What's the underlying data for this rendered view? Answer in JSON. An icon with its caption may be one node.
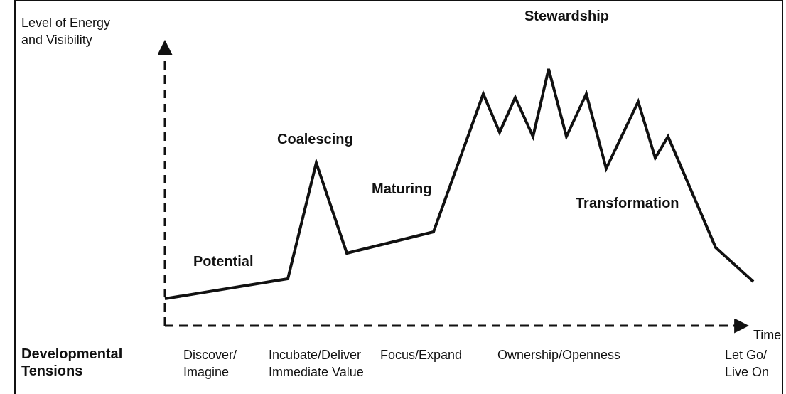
{
  "diagram": {
    "labels": [
      "Level of Energy and Visibility",
      "Stewardship",
      "Coalescing",
      "Maturing",
      "Transformation",
      "Potential",
      "Time",
      "Developmental Tensions",
      "Discover/ Imagine",
      "Incubate/Deliver Immediate Value",
      "Focus/Expand",
      "Ownership/Openness",
      "Let Go/ Live On"
    ]
  }
}
